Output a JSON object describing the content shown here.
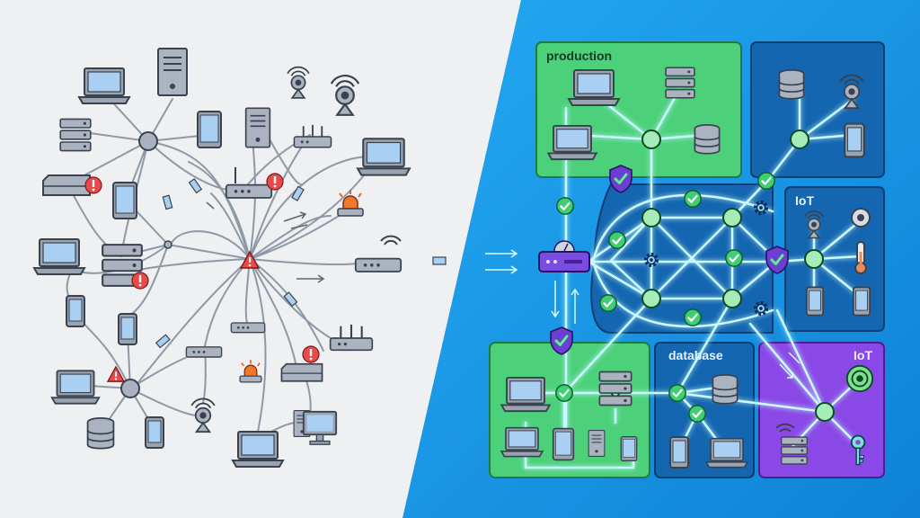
{
  "colors": {
    "left_bg": "#eef0f2",
    "right_bg": "#1a9be8",
    "right_bg_deep": "#0f7dd0",
    "zone_green": "#4cd07a",
    "zone_green_border": "#1f7a45",
    "zone_blue": "#1466b0",
    "zone_blue_border": "#0b3f72",
    "zone_purple": "#8a49e6",
    "zone_purple_border": "#4a1f8f",
    "cable_left": "#8e99a6",
    "cable_glow": "#bff6ff",
    "device_fill": "#9aa4b1",
    "device_stroke": "#3a4250",
    "screen_fill": "#a9cff2",
    "alert_red": "#e84a4a",
    "check_green": "#33c56a",
    "shield_purple": "#6a3fd1",
    "router_purple": "#7a4ce0"
  },
  "zones": {
    "production": "production",
    "iot_top": "IoT",
    "database": "database",
    "iot_bottom": "IoT"
  },
  "left_panel": {
    "icons": [
      "laptop-icon",
      "server-tower-icon",
      "tablet-icon",
      "router-icon",
      "wifi-camera-icon",
      "alert-badge-icon",
      "switch-icon"
    ]
  },
  "right_panel": {
    "icons": [
      "shield-check-icon",
      "gear-icon",
      "check-badge-icon",
      "database-icon",
      "key-icon",
      "sensor-icon"
    ]
  }
}
